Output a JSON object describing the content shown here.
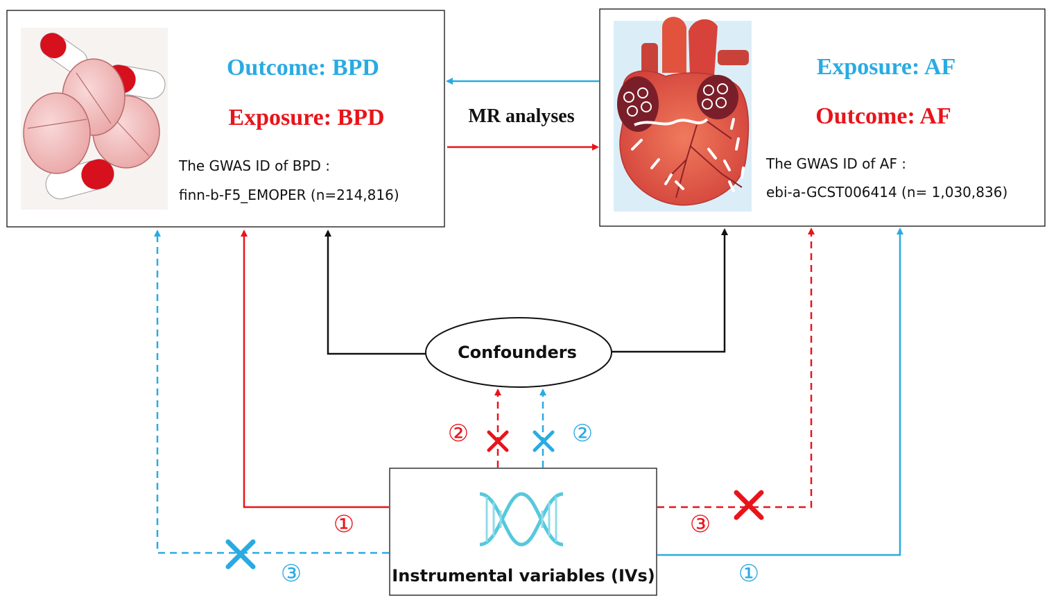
{
  "colors": {
    "blue": "#29abe2",
    "red": "#e8141b",
    "black": "#111111",
    "dna": "#56c8dd"
  },
  "left_box": {
    "outcome_label": "Outcome: BPD",
    "exposure_label": "Exposure: BPD",
    "gwas_title": "The GWAS ID of BPD :",
    "gwas_id": "finn-b-F5_EMOPER (n=214,816)",
    "icon": "pills-icon"
  },
  "right_box": {
    "exposure_label": "Exposure: AF",
    "outcome_label": "Outcome: AF",
    "gwas_title": "The GWAS ID of AF :",
    "gwas_id": "ebi-a-GCST006414 (n= 1,030,836)",
    "icon": "heart-icon"
  },
  "center": {
    "mr_label": "MR analyses"
  },
  "confounders": {
    "label": "Confounders"
  },
  "ivs": {
    "label": "Instrumental variables (IVs)",
    "icon": "dna-icon"
  },
  "markers": {
    "one": "①",
    "two": "②",
    "three": "③"
  }
}
